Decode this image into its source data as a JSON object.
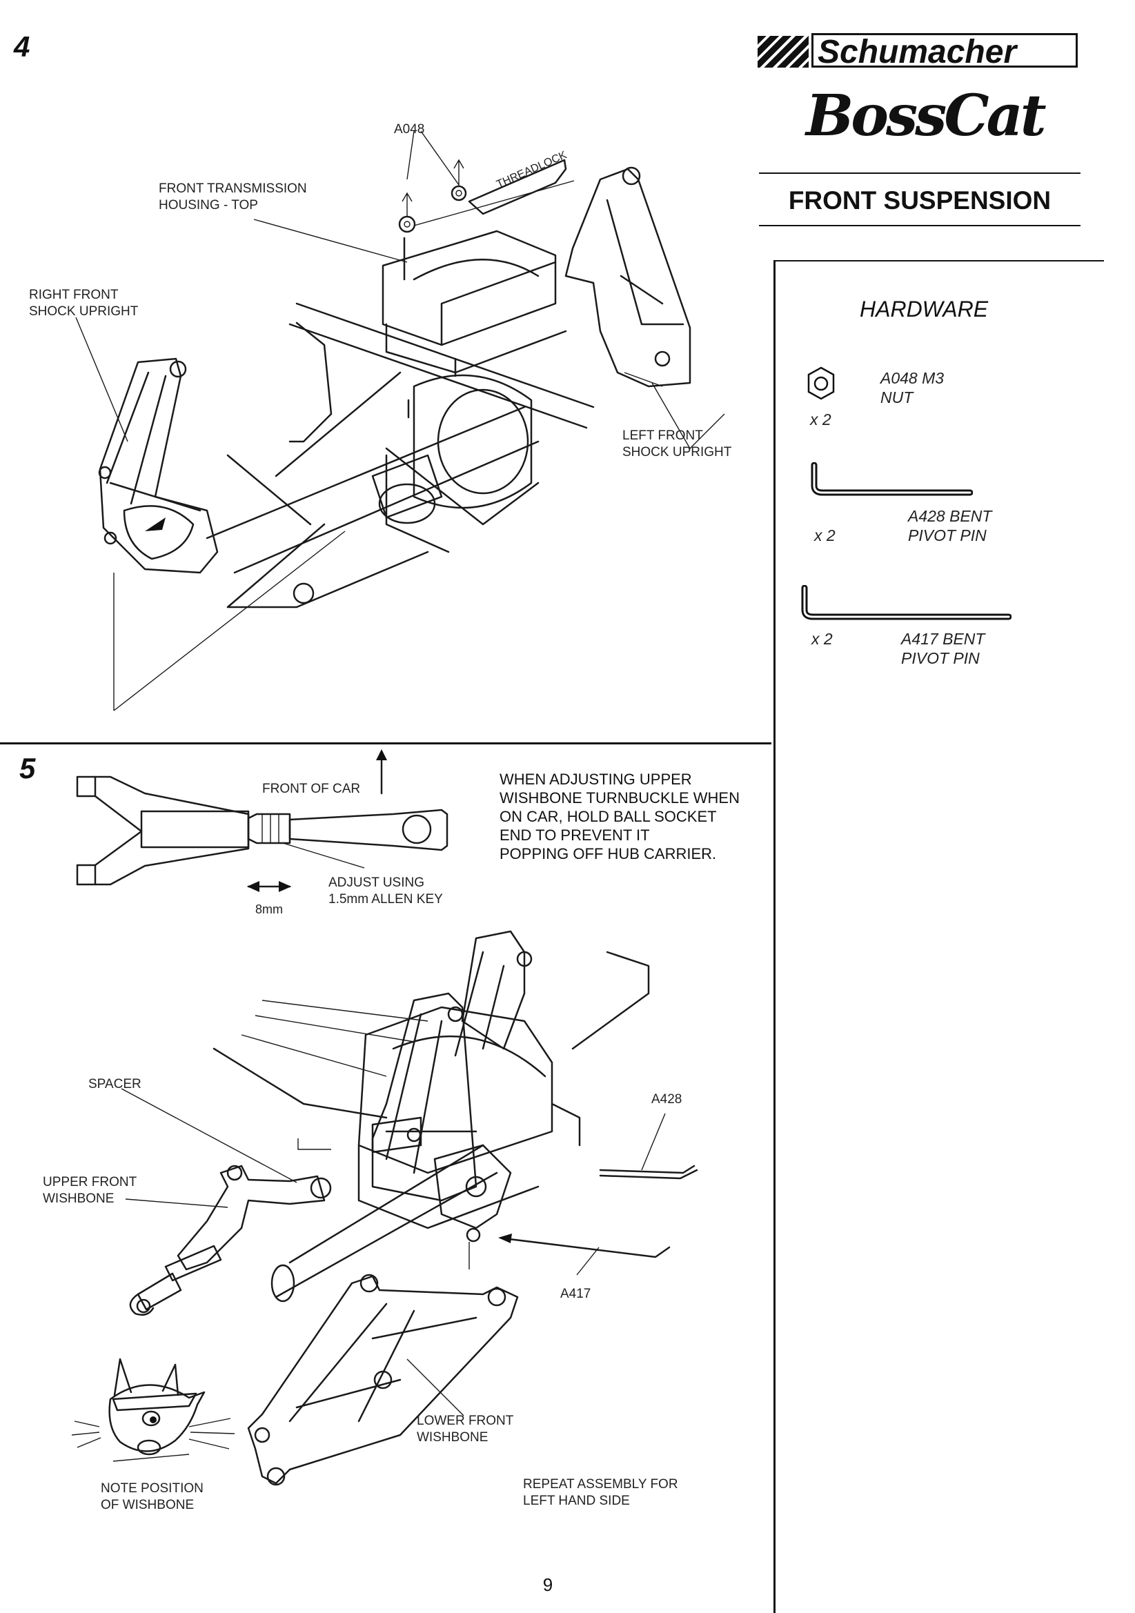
{
  "brand": {
    "name": "Schumacher",
    "model": "BossCat"
  },
  "section_title": "FRONT SUSPENSION",
  "step4": {
    "number": "4",
    "labels": {
      "a048": "A048",
      "threadlock": "THREADLOCK",
      "front_housing": "FRONT TRANSMISSION\nHOUSING - TOP",
      "right_upright": "RIGHT FRONT\nSHOCK UPRIGHT",
      "left_upright": "LEFT FRONT\nSHOCK UPRIGHT"
    }
  },
  "step5": {
    "number": "5",
    "front_of_car": "FRONT OF CAR",
    "note": "WHEN ADJUSTING UPPER\nWISHBONE TURNBUCKLE WHEN\nON CAR, HOLD BALL SOCKET\nEND TO PREVENT IT\nPOPPING OFF HUB CARRIER.",
    "adjust": "ADJUST USING\n1.5mm ALLEN KEY",
    "dimension": "8mm",
    "labels": {
      "spacer": "SPACER",
      "upper_wishbone": "UPPER FRONT\nWISHBONE",
      "a428": "A428",
      "a417": "A417",
      "lower_wishbone": "LOWER FRONT\nWISHBONE",
      "note_position": "NOTE POSITION\nOF WISHBONE",
      "repeat": "REPEAT ASSEMBLY FOR\nLEFT HAND SIDE"
    }
  },
  "hardware": {
    "title": "HARDWARE",
    "items": [
      {
        "icon": "nut-icon",
        "name": "A048 M3\nNUT",
        "qty": "x 2"
      },
      {
        "icon": "bent-pin-icon",
        "name": "A428 BENT\nPIVOT PIN",
        "qty": "x 2"
      },
      {
        "icon": "bent-pin-icon",
        "name": "A417 BENT\nPIVOT PIN",
        "qty": "x 2"
      }
    ]
  },
  "page_number": "9"
}
